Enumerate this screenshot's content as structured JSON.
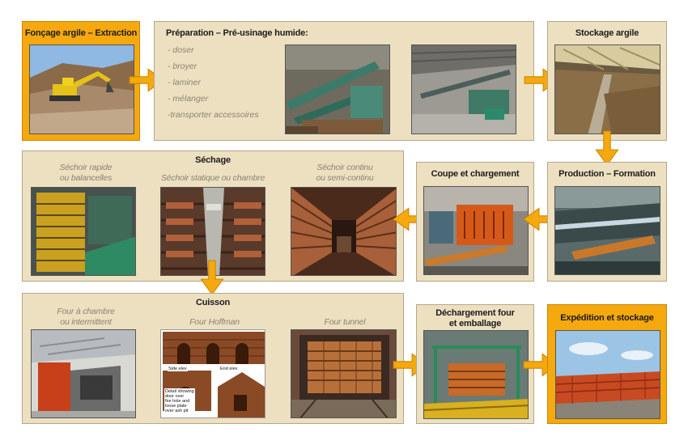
{
  "colors": {
    "box_fill": "#ede0c0",
    "highlight_fill": "#f5a90e",
    "arrow": "#f5a90e",
    "subtitle_text": "#8a8275"
  },
  "steps": {
    "extraction": {
      "title": "Fonçage argile – Extraction"
    },
    "preparation": {
      "title": "Préparation – Pré-usinage humide:",
      "items": [
        "- doser",
        "- broyer",
        "- laminer",
        "- mélanger",
        "-transporter accessoires"
      ]
    },
    "stockage": {
      "title": "Stockage argile"
    },
    "production": {
      "title": "Production – Formation"
    },
    "coupe": {
      "title": "Coupe et chargement"
    },
    "sechage": {
      "title": "Séchage",
      "sub1_line1": "Séchoir rapide",
      "sub1_line2": "ou balancelles",
      "sub2": "Séchoir statique ou chambre",
      "sub3_line1": "Séchoir continu",
      "sub3_line2": "ou semi-continu"
    },
    "cuisson": {
      "title": "Cuisson",
      "sub1_line1": "Four à chambre",
      "sub1_line2": "ou intermittent",
      "sub2": "Four Hoffman",
      "sub3": "Four tunnel",
      "diagram_side": "Side elev",
      "diagram_end": "End elev",
      "diagram_detail_1": "Detail showing",
      "diagram_detail_2": "door over",
      "diagram_detail_3": "fire hole and",
      "diagram_detail_4": "loose plate",
      "diagram_detail_5": "over ash pit"
    },
    "dechargement": {
      "title_line1": "Déchargement four",
      "title_line2": "et emballage"
    },
    "expedition": {
      "title": "Expédition et stockage"
    }
  }
}
